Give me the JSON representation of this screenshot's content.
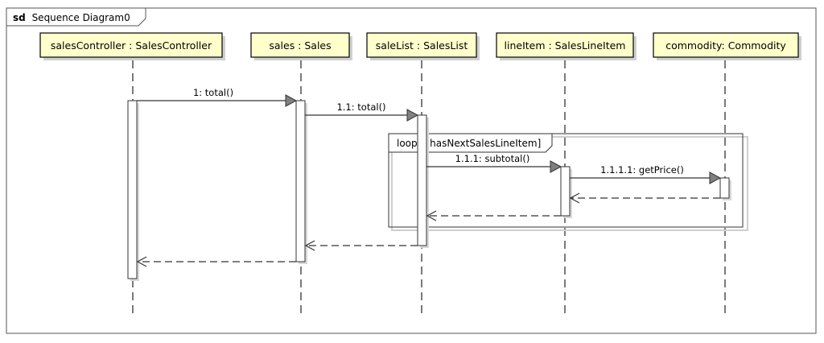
{
  "frame": {
    "keyword": "sd",
    "name": "Sequence Diagram0"
  },
  "lifelines": [
    {
      "id": "salesController",
      "label": "salesController : SalesController"
    },
    {
      "id": "sales",
      "label": "sales : Sales"
    },
    {
      "id": "saleList",
      "label": "saleList : SalesList"
    },
    {
      "id": "lineItem",
      "label": "lineItem : SalesLineItem"
    },
    {
      "id": "commodity",
      "label": "commodity:  Commodity"
    }
  ],
  "fragment": {
    "operator": "loop",
    "guard": "[hasNextSalesLineItem]"
  },
  "messages": [
    {
      "label": "1: total()",
      "from": "salesController",
      "to": "sales",
      "kind": "call"
    },
    {
      "label": "1.1: total()",
      "from": "sales",
      "to": "saleList",
      "kind": "call"
    },
    {
      "label": "1.1.1: subtotal()",
      "from": "saleList",
      "to": "lineItem",
      "kind": "call"
    },
    {
      "label": "1.1.1.1: getPrice()",
      "from": "lineItem",
      "to": "commodity",
      "kind": "call"
    },
    {
      "label": "",
      "from": "commodity",
      "to": "lineItem",
      "kind": "return"
    },
    {
      "label": "",
      "from": "lineItem",
      "to": "saleList",
      "kind": "return"
    },
    {
      "label": "",
      "from": "saleList",
      "to": "sales",
      "kind": "return"
    },
    {
      "label": "",
      "from": "sales",
      "to": "salesController",
      "kind": "return"
    }
  ]
}
